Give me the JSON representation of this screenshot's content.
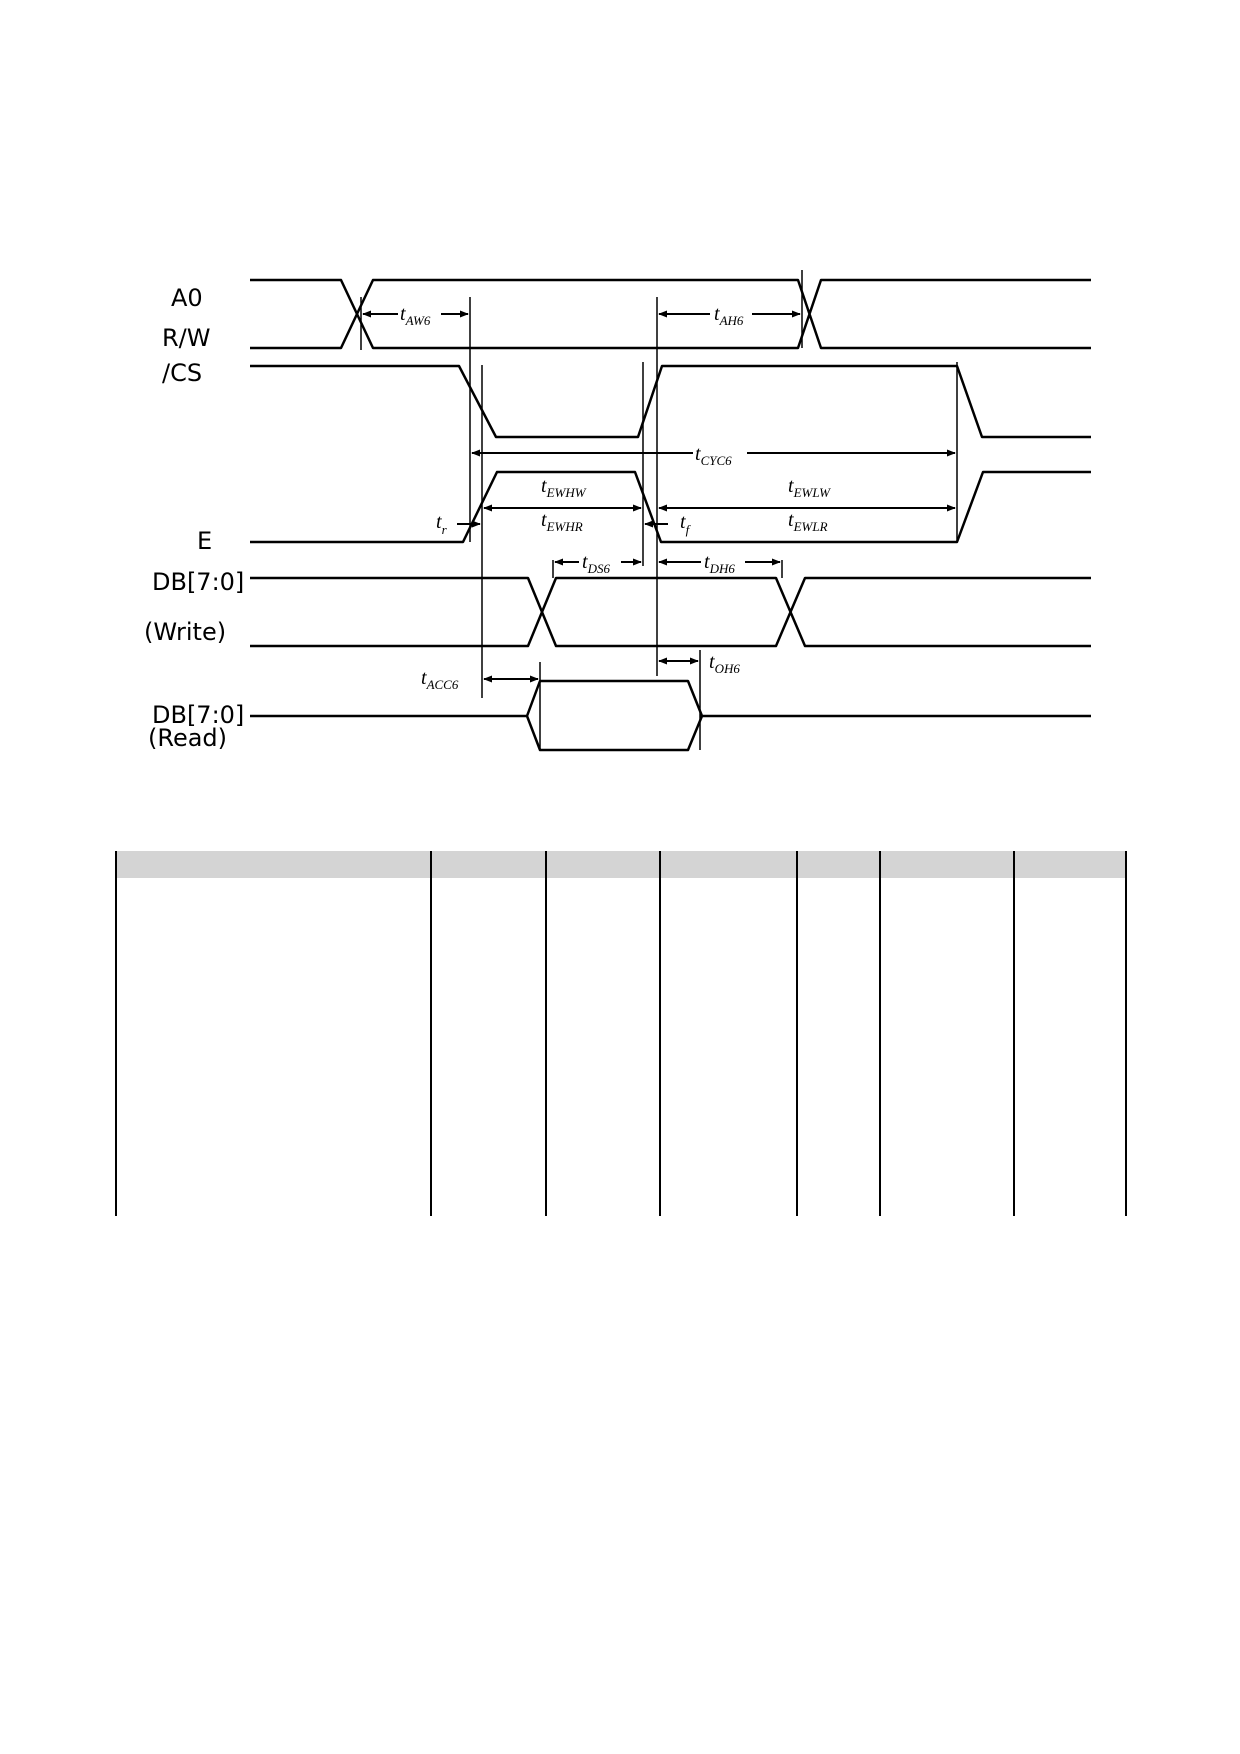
{
  "signals": {
    "a0": "A0",
    "rw": "R/W",
    "cs": "/CS",
    "e": "E",
    "db_write": "DB[7:0]",
    "write": "(Write)",
    "db_read": "DB[7:0]",
    "read": "(Read)"
  },
  "timing_params": {
    "aw6": {
      "t": "t",
      "sub": "AW6"
    },
    "ah6": {
      "t": "t",
      "sub": "AH6"
    },
    "cyc6": {
      "t": "t",
      "sub": "CYC6"
    },
    "ewhw": {
      "t": "t",
      "sub": "EWHW"
    },
    "ewlw": {
      "t": "t",
      "sub": "EWLW"
    },
    "ewhr": {
      "t": "t",
      "sub": "EWHR"
    },
    "ewlr": {
      "t": "t",
      "sub": "EWLR"
    },
    "tr": {
      "t": "t",
      "sub": "r"
    },
    "tf": {
      "t": "t",
      "sub": "f"
    },
    "ds6": {
      "t": "t",
      "sub": "DS6"
    },
    "dh6": {
      "t": "t",
      "sub": "DH6"
    },
    "acc6": {
      "t": "t",
      "sub": "ACC6"
    },
    "oh6": {
      "t": "t",
      "sub": "OH6"
    }
  },
  "table": {
    "columns": [
      "",
      "",
      "",
      "",
      "",
      "",
      ""
    ],
    "header_color": "#d4d4d4"
  }
}
